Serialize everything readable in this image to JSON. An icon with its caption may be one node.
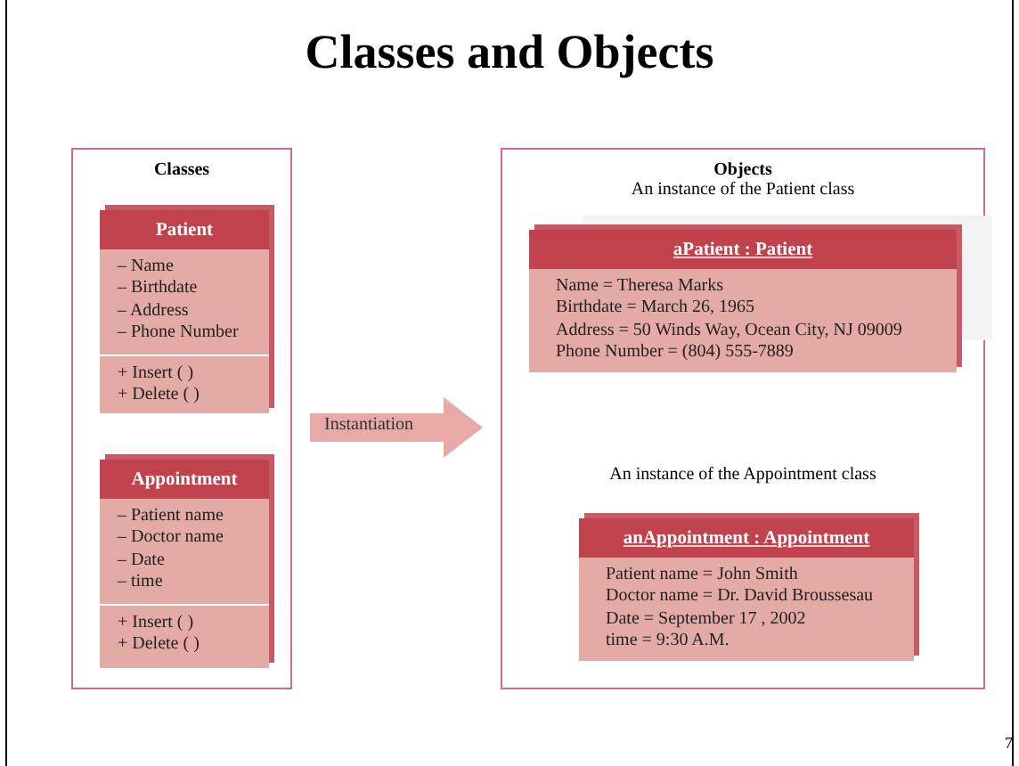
{
  "diagram": {
    "title": "Classes and Objects",
    "nodes": [
      {
        "text": [
          "Classes"
        ]
      },
      {
        "text": [
          "Patient",
          "– Name",
          "– Birthdate",
          "– Address",
          "– Phone Number",
          "+ Insert ( )",
          "+ Delete ( )"
        ],
        "in": 0
      },
      {
        "text": [
          "Appointment",
          "– Patient name",
          "– Doctor name",
          "– Date",
          "– time",
          "+ Insert ( )",
          "+ Delete ( )"
        ],
        "in": 0
      },
      {
        "text": [
          "Objects"
        ]
      },
      {
        "text": [
          "aPatient : Patient",
          "Name = Theresa Marks",
          "Birthdate = March 26, 1965",
          "Address = 50 Winds Way, Ocean City, NJ 09009",
          "Phone Number = (804) 555-7889"
        ],
        "in": 3,
        "beside": [
          "An instance of the Patient class"
        ]
      },
      {
        "text": [
          "anAppointment : Appointment",
          "Patient name = John Smith",
          "Doctor name = Dr. David Broussesau",
          "Date = September 17 , 2002",
          "time = 9:30 A.M."
        ],
        "in": 3,
        "beside": [
          "An instance of the Appointment class"
        ]
      }
    ],
    "edges": [
      {
        "from": 0,
        "to": 3,
        "arrow": "to",
        "label": "Instantiation"
      }
    ],
    "labels": [
      "7"
    ]
  }
}
